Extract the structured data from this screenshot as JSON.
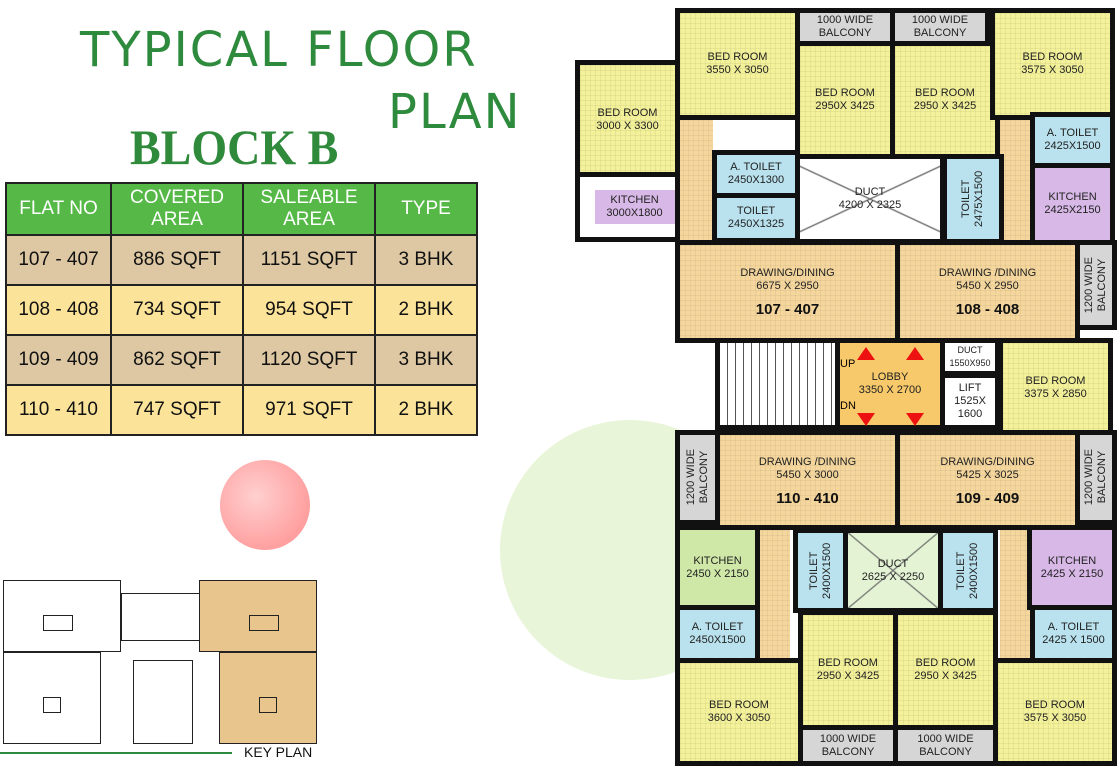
{
  "title": {
    "line1": "TYPICAL FLOOR",
    "line2": "PLAN",
    "block": "BLOCK B"
  },
  "colors": {
    "header_green": "#56b947",
    "title_green": "#2e8a3c",
    "row_tan": "#ddc8a3",
    "row_yellow": "#fbe49a",
    "bedroom": "#f3f19a",
    "drawing": "#f5d79e",
    "toilet": "#b9e2ee",
    "kitchen": "#d7b8e6",
    "arrow_red": "#e11111"
  },
  "area_table": {
    "headers": [
      "FLAT NO",
      "COVERED AREA",
      "SALEABLE AREA",
      "TYPE"
    ],
    "rows": [
      {
        "flat": "107 - 407",
        "covered": "886 SQFT",
        "saleable": "1151 SQFT",
        "type": "3 BHK"
      },
      {
        "flat": "108 - 408",
        "covered": "734 SQFT",
        "saleable": "954 SQFT",
        "type": "2 BHK"
      },
      {
        "flat": "109 - 409",
        "covered": "862 SQFT",
        "saleable": "1120 SQFT",
        "type": "3 BHK"
      },
      {
        "flat": "110 - 410",
        "covered": "747 SQFT",
        "saleable": "971 SQFT",
        "type": "2 BHK"
      }
    ]
  },
  "key_plan": {
    "label": "KEY PLAN"
  },
  "floor_plan": {
    "rooms": {
      "bed_tl_outer": {
        "name": "BED ROOM",
        "size": "3000 X 3300"
      },
      "bed_tl_top": {
        "name": "BED ROOM",
        "size": "3550 X 3050"
      },
      "bed_tl_inner": {
        "name": "BED ROOM",
        "size": "2950X 3425"
      },
      "bed_tr_inner": {
        "name": "BED ROOM",
        "size": "2950 X 3425"
      },
      "bed_tr_top": {
        "name": "BED ROOM",
        "size": "3575 X 3050"
      },
      "balc_top_l": {
        "name": "1000 WIDE",
        "size": "BALCONY"
      },
      "balc_top_r": {
        "name": "1000 WIDE",
        "size": "BALCONY"
      },
      "kitchen_tl": {
        "name": "KITCHEN",
        "size": "3000X1800"
      },
      "atoilet_tl": {
        "name": "A. TOILET",
        "size": "2450X1300"
      },
      "toilet_tl": {
        "name": "TOILET",
        "size": "2450X1325"
      },
      "duct_top": {
        "name": "DUCT",
        "size": "4200 X 2325"
      },
      "toilet_tr": {
        "name": "TOILET",
        "size": "2475X1500"
      },
      "atoilet_tr": {
        "name": "A. TOILET",
        "size": "2425X1500"
      },
      "kitchen_tr": {
        "name": "KITCHEN",
        "size": "2425X2150"
      },
      "drawing_107": {
        "name": "DRAWING/DINING",
        "size": "6675 X 2950",
        "flat": "107 - 407"
      },
      "drawing_108": {
        "name": "DRAWING /DINING",
        "size": "5450 X 2950",
        "flat": "108 - 408"
      },
      "balc_right_top": {
        "name": "1200 WIDE",
        "size": "BALCONY"
      },
      "lobby": {
        "name": "LOBBY",
        "size": "3350 X 2700",
        "up": "UP",
        "dn": "DN"
      },
      "duct_small": {
        "name": "DUCT",
        "size": "1550X950"
      },
      "lift": {
        "name": "LIFT",
        "size": "1525X",
        "size2": "1600"
      },
      "bed_mid_r": {
        "name": "BED ROOM",
        "size": "3375 X 2850"
      },
      "drawing_110": {
        "name": "DRAWING /DINING",
        "size": "5450 X 3000",
        "flat": "110 - 410"
      },
      "drawing_109": {
        "name": "DRAWING/DINING",
        "size": "5425 X 3025",
        "flat": "109 - 409"
      },
      "balc_left_bot": {
        "name": "1200 WIDE",
        "size": "BALCONY"
      },
      "balc_right_bot": {
        "name": "1200 WIDE",
        "size": "BALCONY"
      },
      "kitchen_bl": {
        "name": "KITCHEN",
        "size": "2450 X 2150"
      },
      "toilet_bl": {
        "name": "TOILET",
        "size": "2400X1500"
      },
      "duct_bot": {
        "name": "DUCT",
        "size": "2625 X 2250"
      },
      "toilet_br": {
        "name": "TOILET",
        "size": "2400X1500"
      },
      "kitchen_br": {
        "name": "KITCHEN",
        "size": "2425 X 2150"
      },
      "atoilet_bl": {
        "name": "A. TOILET",
        "size": "2450X1500"
      },
      "atoilet_br": {
        "name": "A. TOILET",
        "size": "2425 X 1500"
      },
      "bed_bl_inner": {
        "name": "BED ROOM",
        "size": "2950 X 3425"
      },
      "bed_br_inner": {
        "name": "BED ROOM",
        "size": "2950 X 3425"
      },
      "bed_bl_outer": {
        "name": "BED ROOM",
        "size": "3600 X 3050"
      },
      "bed_br_outer": {
        "name": "BED ROOM",
        "size": "3575 X 3050"
      },
      "balc_bot_l": {
        "name": "1000 WIDE",
        "size": "BALCONY"
      },
      "balc_bot_r": {
        "name": "1000 WIDE",
        "size": "BALCONY"
      }
    }
  }
}
